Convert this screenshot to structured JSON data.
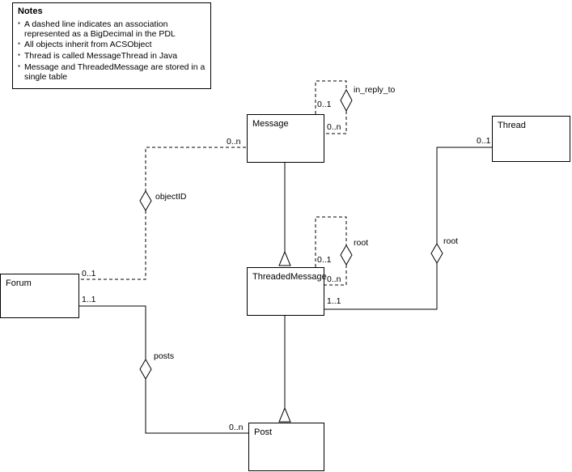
{
  "diagram": {
    "colors": {
      "line": "#000000",
      "background": "#ffffff",
      "text": "#000000"
    },
    "notes": {
      "title": "Notes",
      "bullet": "*",
      "items": [
        "A dashed line indicates an association represented as a BigDecimal in the PDL",
        "All objects inherit from ACSObject",
        "Thread is called MessageThread in Java",
        "Message and ThreadedMessage are stored in a single table"
      ]
    },
    "classes": {
      "message": "Message",
      "thread": "Thread",
      "forum": "Forum",
      "threaded_message": "ThreadedMessage",
      "post": "Post"
    },
    "associations": {
      "in_reply_to": {
        "label": "in_reply_to",
        "mult_top": "0..1",
        "mult_side": "0..n"
      },
      "object_id": {
        "label": "objectID",
        "mult_message": "0..n",
        "mult_forum": "0..1"
      },
      "root_self": {
        "label": "root",
        "mult_top": "0..1",
        "mult_side": "0..n"
      },
      "thread_root": {
        "label": "root",
        "mult_thread": "0..1",
        "mult_threaded_message": "1..1"
      },
      "posts": {
        "label": "posts",
        "mult_forum": "1..1",
        "mult_post": "0..n"
      }
    }
  }
}
